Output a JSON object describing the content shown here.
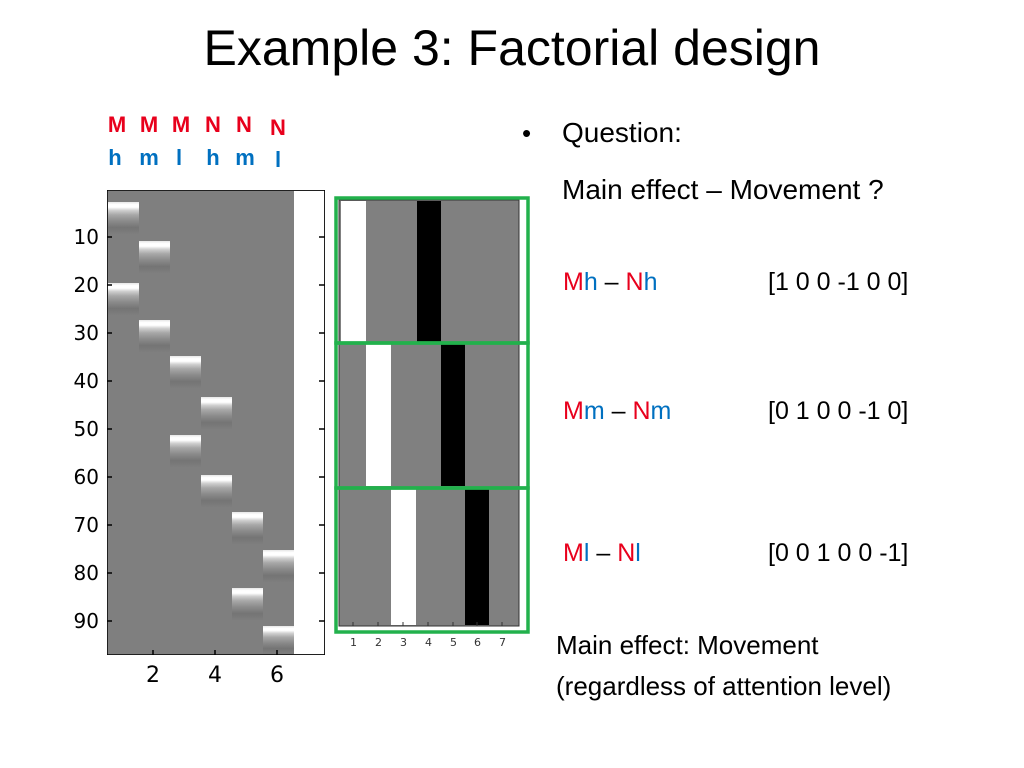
{
  "title": "Example 3: Factorial design",
  "conditions": {
    "top": [
      "M",
      "M",
      "M",
      "N",
      "N",
      "N"
    ],
    "bottom": [
      "h",
      "m",
      "l",
      "h",
      "m",
      "l"
    ],
    "colors": {
      "top": "#e8001c",
      "bottom": "#0070c0"
    }
  },
  "design_matrix": {
    "y_ticks": [
      "10",
      "20",
      "30",
      "40",
      "50",
      "60",
      "70",
      "80",
      "90"
    ],
    "x_ticks": [
      "2",
      "4",
      "6"
    ]
  },
  "contrast_matrix": {
    "x_ticks": [
      "1",
      "2",
      "3",
      "4",
      "5",
      "6",
      "7"
    ],
    "box_color": "#22b14c"
  },
  "bullet": {
    "question": "Question:",
    "subtitle": "Main effect – Movement ?"
  },
  "contrasts": [
    {
      "a1": "M",
      "a2": "h",
      "sep": " – ",
      "b1": "N",
      "b2": "h",
      "vector": "[1 0 0 -1 0 0]"
    },
    {
      "a1": "M",
      "a2": "m",
      "sep": " – ",
      "b1": "N",
      "b2": "m",
      "vector": "[0 1 0 0 -1 0]"
    },
    {
      "a1": "M",
      "a2": "l",
      "sep": " – ",
      "b1": "N",
      "b2": "l",
      "vector": "[0 0 1 0 0 -1]"
    }
  ],
  "note": {
    "line1": "Main effect: Movement",
    "line2": "(regardless of attention level)"
  }
}
